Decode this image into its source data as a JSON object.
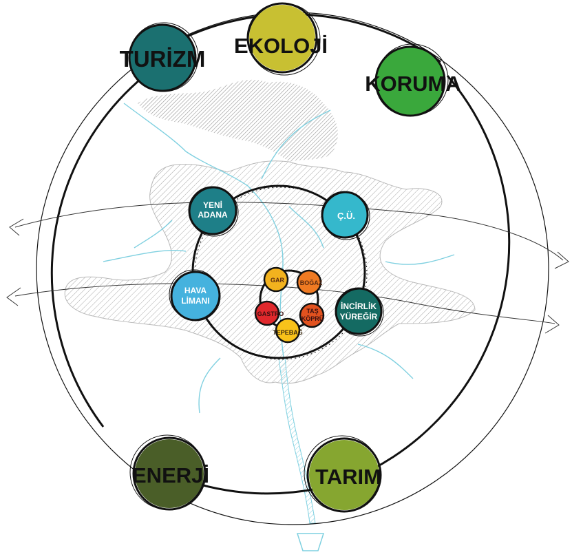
{
  "outer_nodes": [
    {
      "key": "turizm",
      "label": "TURİZM",
      "color": "#1b7070"
    },
    {
      "key": "ekoloji",
      "label": "EKOLOJİ",
      "color": "#c8c032"
    },
    {
      "key": "koruma",
      "label": "KORUMA",
      "color": "#3aa83c"
    },
    {
      "key": "enerji",
      "label": "ENERJİ",
      "color": "#4a5e28"
    },
    {
      "key": "tarim",
      "label": "TARIM",
      "color": "#86a630"
    }
  ],
  "mid_nodes": [
    {
      "key": "yeni_adana",
      "lines": [
        "YENİ",
        "ADANA"
      ],
      "color": "#1e7f88"
    },
    {
      "key": "cu",
      "lines": [
        "Ç.Ü."
      ],
      "color": "#35b8cc"
    },
    {
      "key": "hava_limani",
      "lines": [
        "HAVA",
        "LİMANI"
      ],
      "color": "#45b2de"
    },
    {
      "key": "incirlik",
      "lines": [
        "İNCİRLİK",
        "YÜREĞİR"
      ],
      "color": "#146a62"
    }
  ],
  "inner_nodes": [
    {
      "key": "gar",
      "label": "GAR",
      "color": "#f2b21e"
    },
    {
      "key": "bogaz",
      "label": "BOĞAZ",
      "color": "#ef7a22"
    },
    {
      "key": "gastro",
      "label": "GASTRO",
      "color": "#e0282c"
    },
    {
      "key": "tas_kopru",
      "lines": [
        "TAŞ",
        "KÖPRÜ"
      ],
      "color": "#e2521f"
    },
    {
      "key": "tepebag",
      "label": "TEPEBAĞ",
      "color": "#f8c21a"
    }
  ],
  "colors": {
    "river": "#7fd0e0",
    "hatch": "#9a9a9a",
    "ring": "#111111"
  }
}
